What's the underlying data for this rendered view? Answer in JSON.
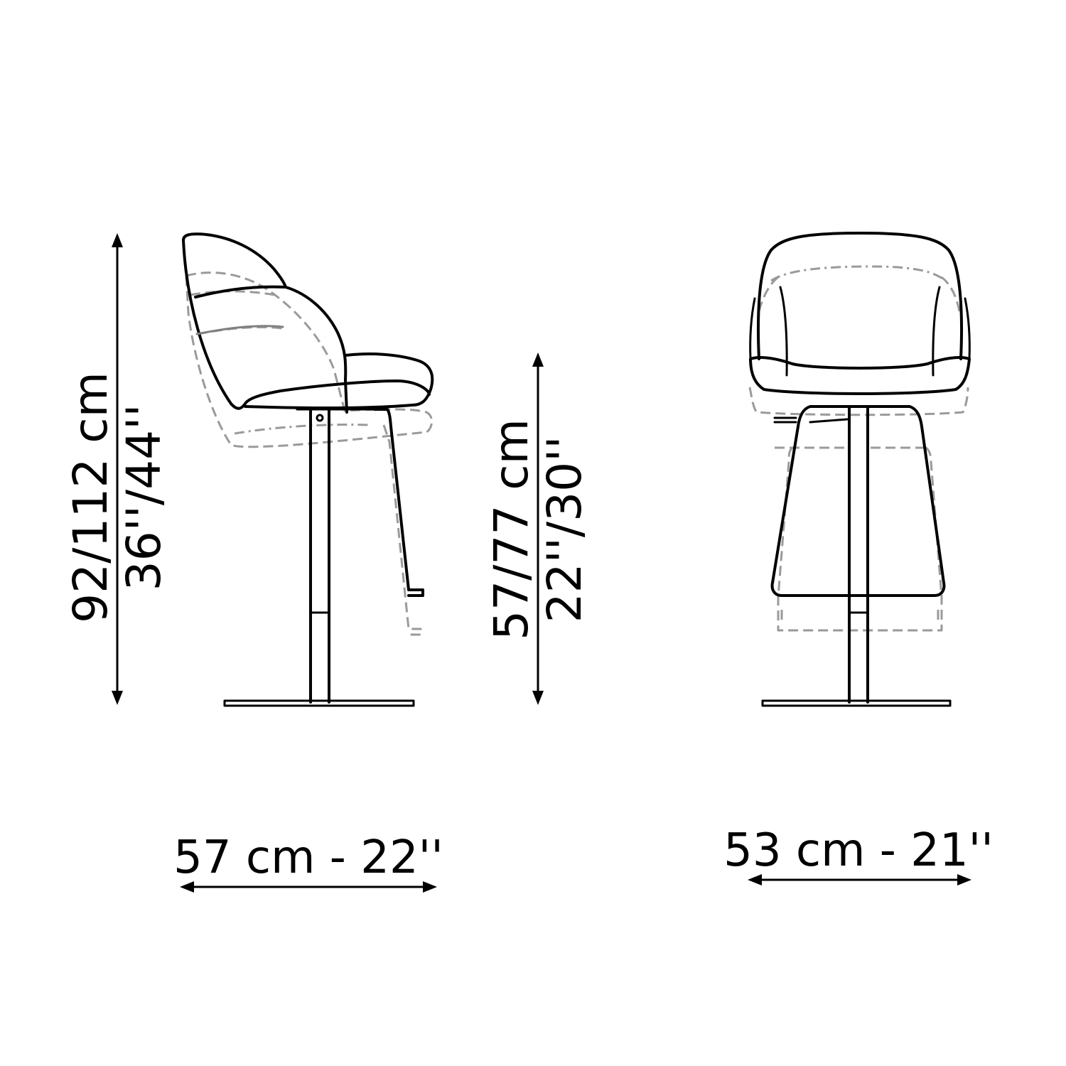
{
  "diagram": {
    "dimensions": {
      "total_height_cm": "92/112 cm",
      "total_height_in": "36''/44''",
      "seat_height_cm": "57/77 cm",
      "seat_height_in": "22''/30''",
      "side_width": "57 cm - 22''",
      "front_width": "53 cm - 21''"
    },
    "colors": {
      "line": "#000000",
      "ghost_line": "#9a9a9a",
      "background": "#ffffff"
    }
  }
}
